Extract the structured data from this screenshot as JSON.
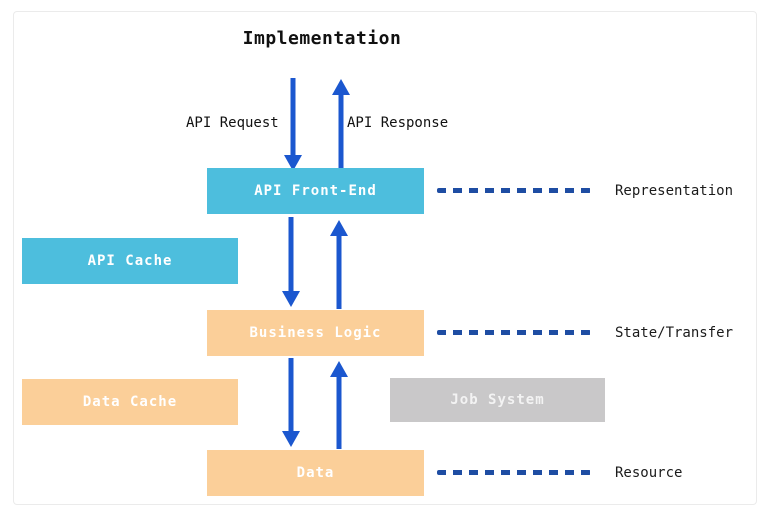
{
  "title": "Implementation",
  "flow_labels": {
    "request": "API Request",
    "response": "API Response"
  },
  "boxes": [
    {
      "id": "api-front-end",
      "label": "API Front-End",
      "color": "cyan"
    },
    {
      "id": "api-cache",
      "label": "API Cache",
      "color": "cyan"
    },
    {
      "id": "business-logic",
      "label": "Business Logic",
      "color": "orange"
    },
    {
      "id": "data-cache",
      "label": "Data Cache",
      "color": "orange"
    },
    {
      "id": "job-system",
      "label": "Job System",
      "color": "gray"
    },
    {
      "id": "data",
      "label": "Data",
      "color": "orange"
    }
  ],
  "layer_labels": [
    "Representation",
    "State/Transfer",
    "Resource"
  ],
  "colors": {
    "cyan": "#4dbedd",
    "orange": "#fbcf99",
    "gray": "#c9c8c9",
    "arrow": "#1b57cf",
    "dash": "#1e4da3"
  }
}
